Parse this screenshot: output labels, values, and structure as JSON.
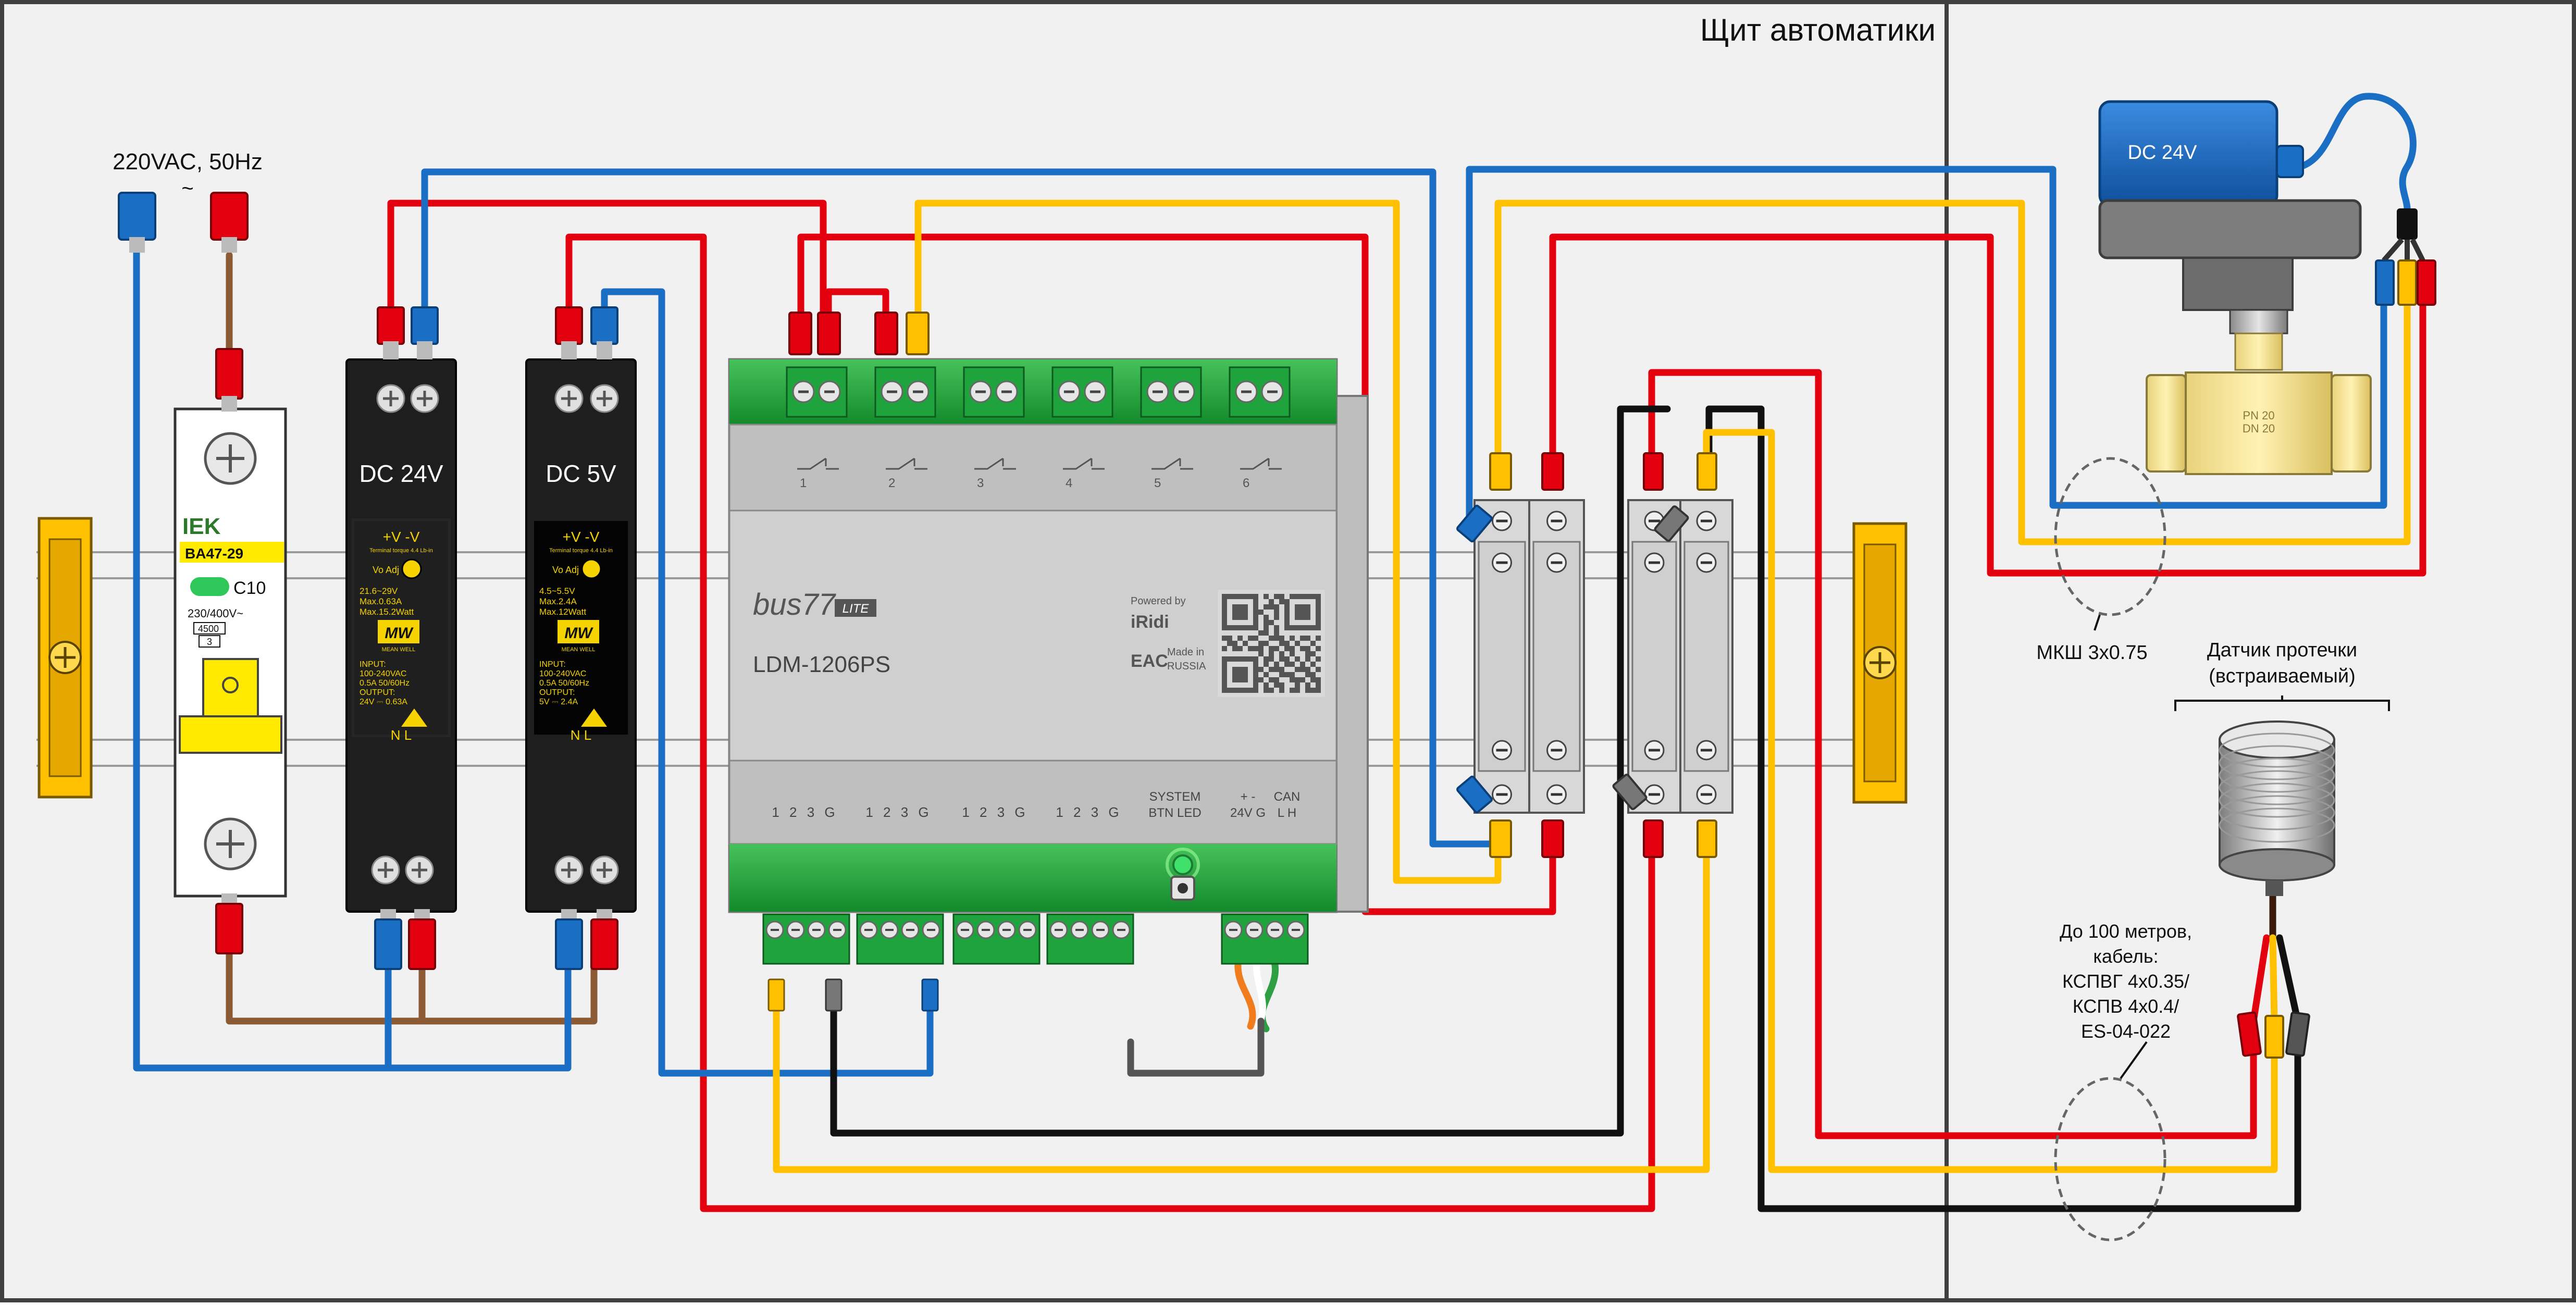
{
  "zone_label": "Щит автоматики",
  "mains": {
    "label": "220VAC, 50Hz",
    "symbol": "~"
  },
  "breaker": {
    "brand": "IEK",
    "model": "BA47-29",
    "rating": "C10",
    "voltage": "230/400V~",
    "code1": "4500",
    "code2": "3"
  },
  "psu24": {
    "title": "DC 24V",
    "terminals": "+V  -V",
    "torque": "Terminal torque 4.4 Lb-in",
    "adj": "Vo Adj",
    "spec1": "21.6~29V",
    "spec2": "Max.0.63A",
    "spec3": "Max.15.2Watt",
    "brand": "MW",
    "brand_sub": "MEAN WELL",
    "input_title": "INPUT:",
    "input1": "100-240VAC",
    "input2": "0.5A  50/60Hz",
    "output_title": "OUTPUT:",
    "output1": "24V  ⎓  0.63A",
    "nl": "N  L"
  },
  "psu5": {
    "title": "DC 5V",
    "terminals": "+V  -V",
    "torque": "Terminal torque 4.4 Lb-in",
    "adj": "Vo Adj",
    "spec1": "4.5~5.5V",
    "spec2": "Max.2.4A",
    "spec3": "Max.12Watt",
    "brand": "MW",
    "brand_sub": "MEAN WELL",
    "input_title": "INPUT:",
    "input1": "100-240VAC",
    "input2": "0.5A  50/60Hz",
    "output_title": "OUTPUT:",
    "output1": "5V  ⎓  2.4A",
    "nl": "N  L"
  },
  "controller": {
    "brand": "bus77",
    "brand_badge": "LITE",
    "model": "LDM-1206PS",
    "relays": [
      "1",
      "2",
      "3",
      "4",
      "5",
      "6"
    ],
    "powered_by": "Powered by",
    "vendor": "iRidi",
    "made_in": "Made in",
    "country": "RUSSIA",
    "eac": "EAC",
    "input_groups": [
      "1 2 3 G",
      "1 2 3 G",
      "1 2 3 G",
      "1 2 3 G"
    ],
    "system_label": "SYSTEM",
    "btn_led": "BTN  LED",
    "power_label": "+    -",
    "power_sub": "24V  G",
    "can_label": "CAN",
    "can_sub": "L  H"
  },
  "valve": {
    "label": "DC 24V",
    "pn": "PN 20",
    "dn": "DN 20"
  },
  "cable_label": "МКШ 3х0.75",
  "sensor": {
    "title_line1": "Датчик протечки",
    "title_line2": "(встраиваемый)"
  },
  "long_cable": {
    "line1": "До 100 метров,",
    "line2": "кабель:",
    "line3": "КСПВГ 4х0.35/",
    "line4": "КСПВ 4х0.4/",
    "line5": "ES-04-022"
  },
  "colors": {
    "red": "#e3000f",
    "blue": "#1a6fc4",
    "yellow": "#ffc000",
    "black": "#111111",
    "brown": "#8c5a34",
    "orange": "#f07c1e",
    "green": "#2ea043",
    "rail_yellow": "#ffc000",
    "panel_bg": "#f1f1f1"
  }
}
